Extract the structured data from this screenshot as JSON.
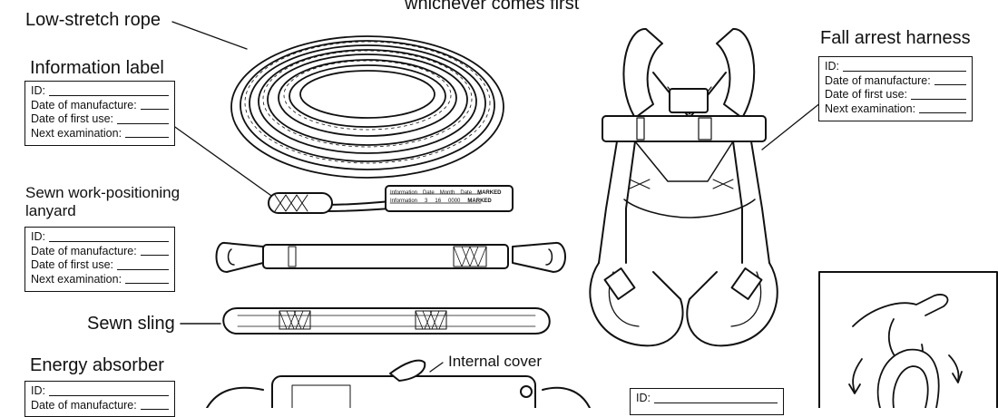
{
  "header": {
    "partial_text": "whichever comes first"
  },
  "labels": {
    "rope": "Low-stretch rope",
    "info_label": "Information label",
    "lanyard_line1": "Sewn work-positioning",
    "lanyard_line2": "lanyard",
    "sling": "Sewn sling",
    "absorber": "Energy absorber",
    "internal_cover": "Internal cover",
    "harness": "Fall arrest harness"
  },
  "info_fields": {
    "id": "ID:",
    "manufacture": "Date of manufacture:",
    "first_use": "Date of first use:",
    "next_exam": "Next examination:"
  },
  "rope_tag": {
    "row1": [
      "Information",
      "Date",
      "Month",
      "Date"
    ],
    "row2": [
      "Information",
      "3",
      "16",
      "0000"
    ],
    "marked": [
      "MARKED",
      "MARKED"
    ]
  },
  "colors": {
    "ink": "#111111",
    "paper": "#ffffff"
  }
}
